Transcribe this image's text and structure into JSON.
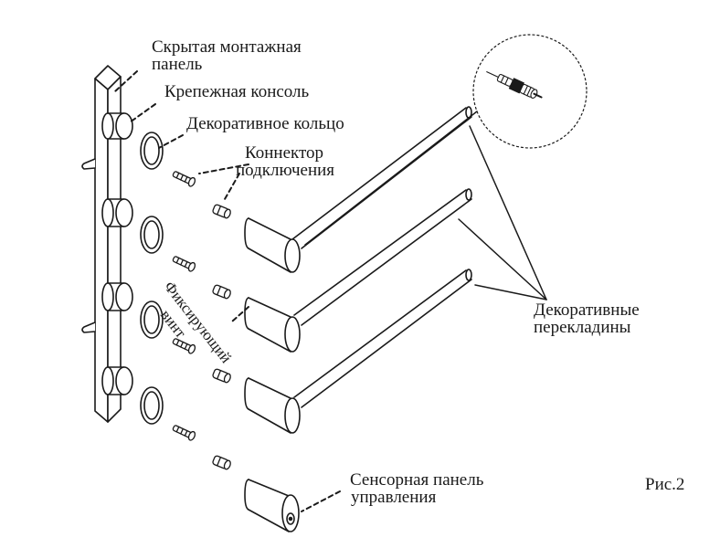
{
  "labels": {
    "hidden_panel_1": "Скрытая монтажная",
    "hidden_panel_2": "панель",
    "bracket": "Крепежная консоль",
    "ring": "Декоративное кольцо",
    "connector_1": "Коннектор",
    "connector_2": "подключения",
    "screw_1": "Фиксирующий",
    "screw_2": "винт",
    "bars_1": "Декоративные",
    "bars_2": "перекладины",
    "sensor_1": "Сенсорная панель",
    "sensor_2": "управления",
    "figure": "Рис.2"
  },
  "colors": {
    "line": "#1a1a1a",
    "fill": "#ffffff",
    "shade": "#d9d9d9"
  }
}
